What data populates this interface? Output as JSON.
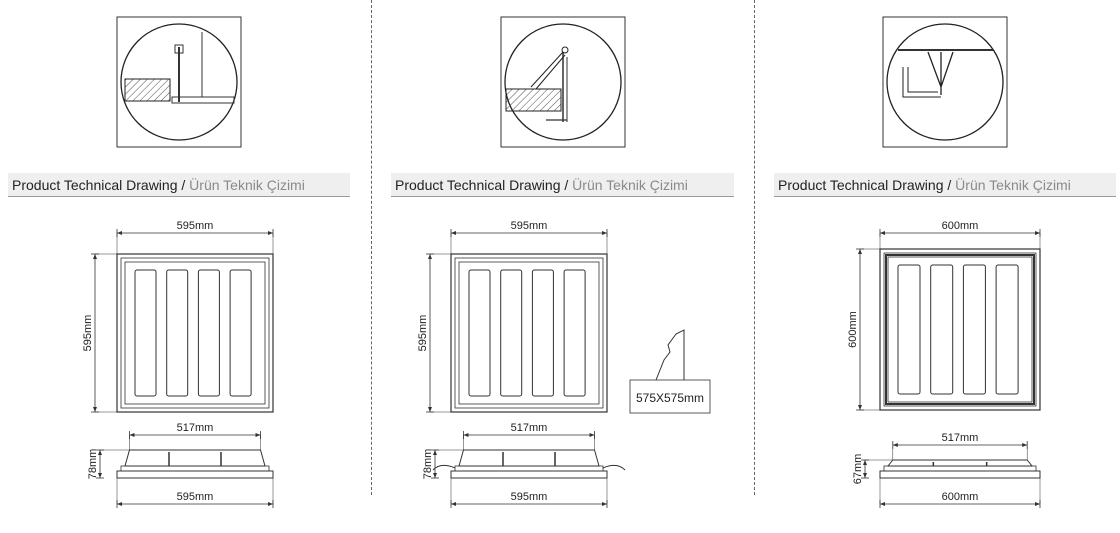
{
  "sections": [
    {
      "title_en": "Product Technical Drawing",
      "title_sep": "/",
      "title_tr": "Ürün Teknik Çizimi",
      "mounting_icon": "grid-ceiling-mount-icon",
      "top_width": "595mm",
      "top_height": "595mm",
      "side_top_width": "517mm",
      "side_height": "78mm",
      "side_bottom_width": "595mm"
    },
    {
      "title_en": "Product Technical Drawing",
      "title_sep": "/",
      "title_tr": "Ürün Teknik Çizimi",
      "mounting_icon": "recessed-spring-clip-mount-icon",
      "top_width": "595mm",
      "top_height": "595mm",
      "cutout": "575X575mm",
      "side_top_width": "517mm",
      "side_height": "78mm",
      "side_bottom_width": "595mm"
    },
    {
      "title_en": "Product Technical Drawing",
      "title_sep": "/",
      "title_tr": "Ürün Teknik Çizimi",
      "mounting_icon": "clip-in-ceiling-mount-icon",
      "top_width": "600mm",
      "top_height": "600mm",
      "side_top_width": "517mm",
      "side_height": "67mm",
      "side_bottom_width": "600mm"
    }
  ]
}
